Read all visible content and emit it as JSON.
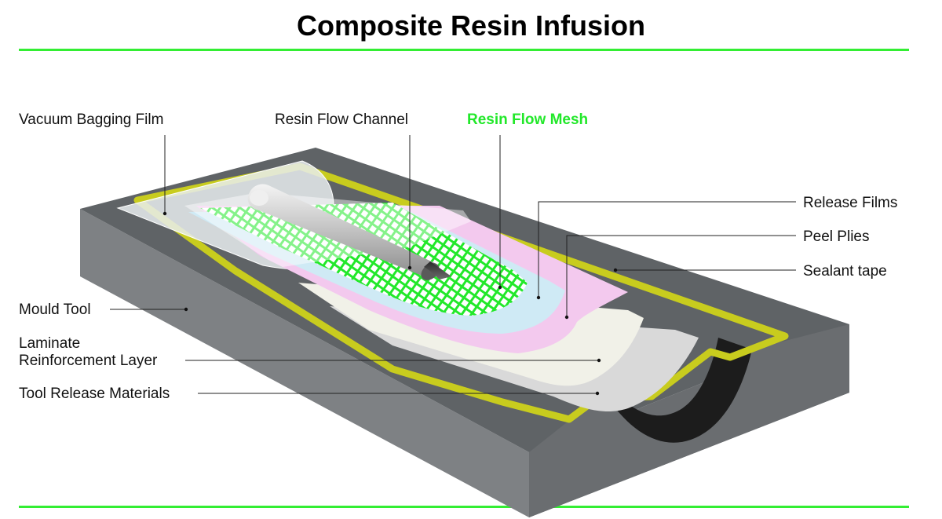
{
  "title": "Composite Resin Infusion",
  "colors": {
    "accent_green": "#22e82a",
    "rule_green": "#33ee33",
    "tool_top": "#5f6366",
    "tool_side": "#7e8184",
    "sealant": "#c8cc1e",
    "peel_ply": "#f3c9ee",
    "release_film": "#cfeaf5",
    "laminate": "#f1f1e8",
    "tool_release": "#d9d9d9"
  },
  "labels": {
    "vacuum_bagging_film": "Vacuum Bagging Film",
    "resin_flow_channel": "Resin Flow Channel",
    "resin_flow_mesh": "Resin Flow Mesh",
    "release_films": "Release Films",
    "peel_plies": "Peel Plies",
    "sealant_tape": "Sealant tape",
    "mould_tool": "Mould Tool",
    "laminate_line1": "Laminate",
    "laminate_line2": "Reinforcement Layer",
    "tool_release_materials": "Tool Release Materials"
  }
}
